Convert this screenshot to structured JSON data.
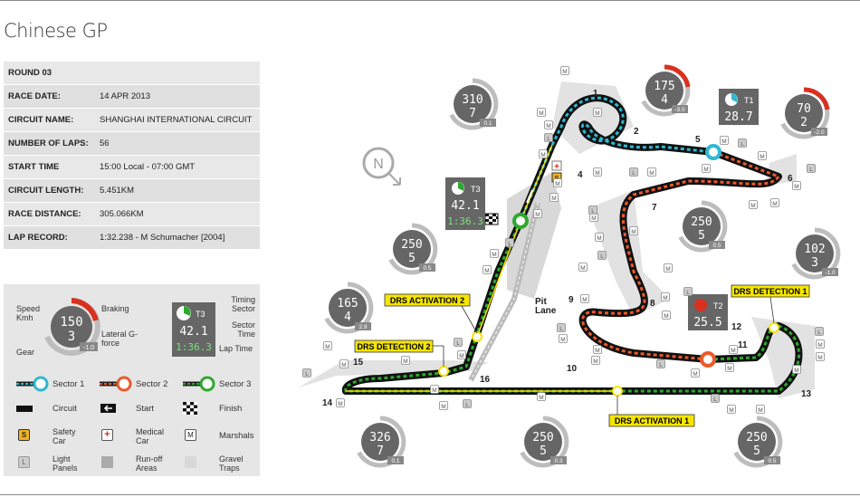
{
  "title": "Chinese GP",
  "info": [
    {
      "k": "ROUND 03",
      "v": ""
    },
    {
      "k": "RACE DATE:",
      "v": "14 APR 2013"
    },
    {
      "k": "CIRCUIT NAME:",
      "v": "SHANGHAI INTERNATIONAL CIRCUIT"
    },
    {
      "k": "NUMBER OF LAPS:",
      "v": "56"
    },
    {
      "k": "START TIME",
      "v": "15:00 Local - 07:00 GMT"
    },
    {
      "k": "CIRCUIT LENGTH:",
      "v": "5.451KM"
    },
    {
      "k": "RACE DISTANCE:",
      "v": "305.066KM"
    },
    {
      "k": "LAP RECORD:",
      "v": "1:32.238 - M Schumacher [2004]"
    }
  ],
  "legend": {
    "speed": "Speed Kmh",
    "braking": "Braking",
    "lateral": "Lateral G-force",
    "gear": "Gear",
    "timing_sector": "Timing Sector",
    "sector_time": "Sector Time",
    "lap_time": "Lap Time",
    "demo_speed": "150",
    "demo_gear": "3",
    "demo_g": "-1.0",
    "demo_t": "T3",
    "demo_sector": "42.1",
    "demo_lap": "1:36.3",
    "circuit": "Circuit",
    "start": "Start",
    "finish": "Finish",
    "sector1": "Sector 1",
    "sector2": "Sector 2",
    "sector3": "Sector 3",
    "safety_car": "Safety Car",
    "medical_car": "Medical Car",
    "marshals": "Marshals",
    "light_panels": "Light Panels",
    "runoff": "Run-off Areas",
    "gravel": "Gravel Traps",
    "s_icon": "S",
    "m_icon": "M",
    "l_icon": "L"
  },
  "gauges": [
    {
      "speed": "310",
      "gear": "7",
      "g": "0.1"
    },
    {
      "speed": "175",
      "gear": "4",
      "g": "-3.0"
    },
    {
      "speed": "70",
      "gear": "2",
      "g": "-2.0"
    },
    {
      "speed": "250",
      "gear": "5",
      "g": "0.5"
    },
    {
      "speed": "102",
      "gear": "3",
      "g": "-1.0"
    },
    {
      "speed": "250",
      "gear": "5",
      "g": "0.5"
    },
    {
      "speed": "165",
      "gear": "4",
      "g": "2.9"
    },
    {
      "speed": "326",
      "gear": "7",
      "g": "0.1"
    },
    {
      "speed": "250",
      "gear": "5",
      "g": "0.3"
    },
    {
      "speed": "250",
      "gear": "5",
      "g": "0.5"
    }
  ],
  "timing": [
    {
      "t": "T1",
      "val": "28.7"
    },
    {
      "t": "T2",
      "val": "25.5"
    },
    {
      "t": "T3",
      "val": "42.1",
      "lap": "1:36.3"
    }
  ],
  "turns": [
    "1",
    "2",
    "4",
    "5",
    "6",
    "7",
    "8",
    "9",
    "10",
    "11",
    "12",
    "13",
    "14",
    "15",
    "16"
  ],
  "drs": {
    "act1": "DRS ACTIVATION 1",
    "act2": "DRS ACTIVATION 2",
    "det1": "DRS DETECTION 1",
    "det2": "DRS DETECTION 2"
  },
  "pit_lane": "Pit Lane",
  "compass": "N",
  "colors": {
    "sector1": "#2fb8d0",
    "sector2": "#ea5a2a",
    "sector3": "#2ea82e",
    "drs": "#f6e500",
    "accent_red": "#d9311f"
  }
}
